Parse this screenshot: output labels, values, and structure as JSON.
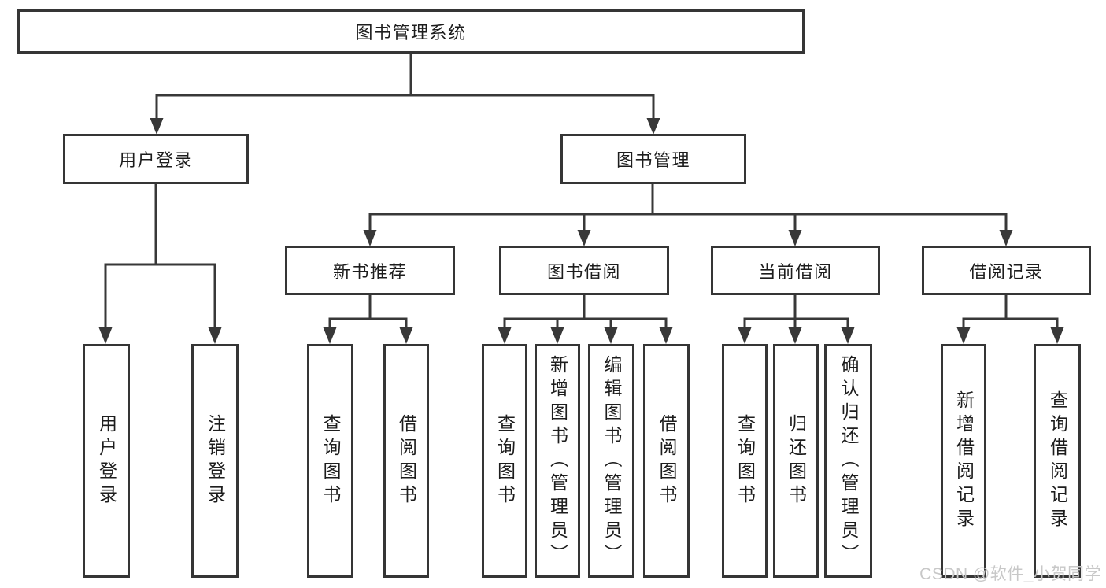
{
  "watermark": "CSDN @软件_小贺同学",
  "tree": {
    "root": {
      "label": "图书管理系统"
    },
    "branches": [
      {
        "label": "用户登录",
        "leaves": [
          {
            "label": "用户登录"
          },
          {
            "label": "注销登录"
          }
        ]
      },
      {
        "label": "图书管理",
        "groups": [
          {
            "label": "新书推荐",
            "leaves": [
              {
                "label": "查询图书"
              },
              {
                "label": "借阅图书"
              }
            ]
          },
          {
            "label": "图书借阅",
            "leaves": [
              {
                "label": "查询图书"
              },
              {
                "label": "新增图书（管理员）"
              },
              {
                "label": "编辑图书（管理员）"
              },
              {
                "label": "借阅图书"
              }
            ]
          },
          {
            "label": "当前借阅",
            "leaves": [
              {
                "label": "查询图书"
              },
              {
                "label": "归还图书"
              },
              {
                "label": "确认归还（管理员）"
              }
            ]
          },
          {
            "label": "借阅记录",
            "leaves": [
              {
                "label": "新增借阅记录"
              },
              {
                "label": "查询借阅记录"
              }
            ]
          }
        ]
      }
    ]
  }
}
